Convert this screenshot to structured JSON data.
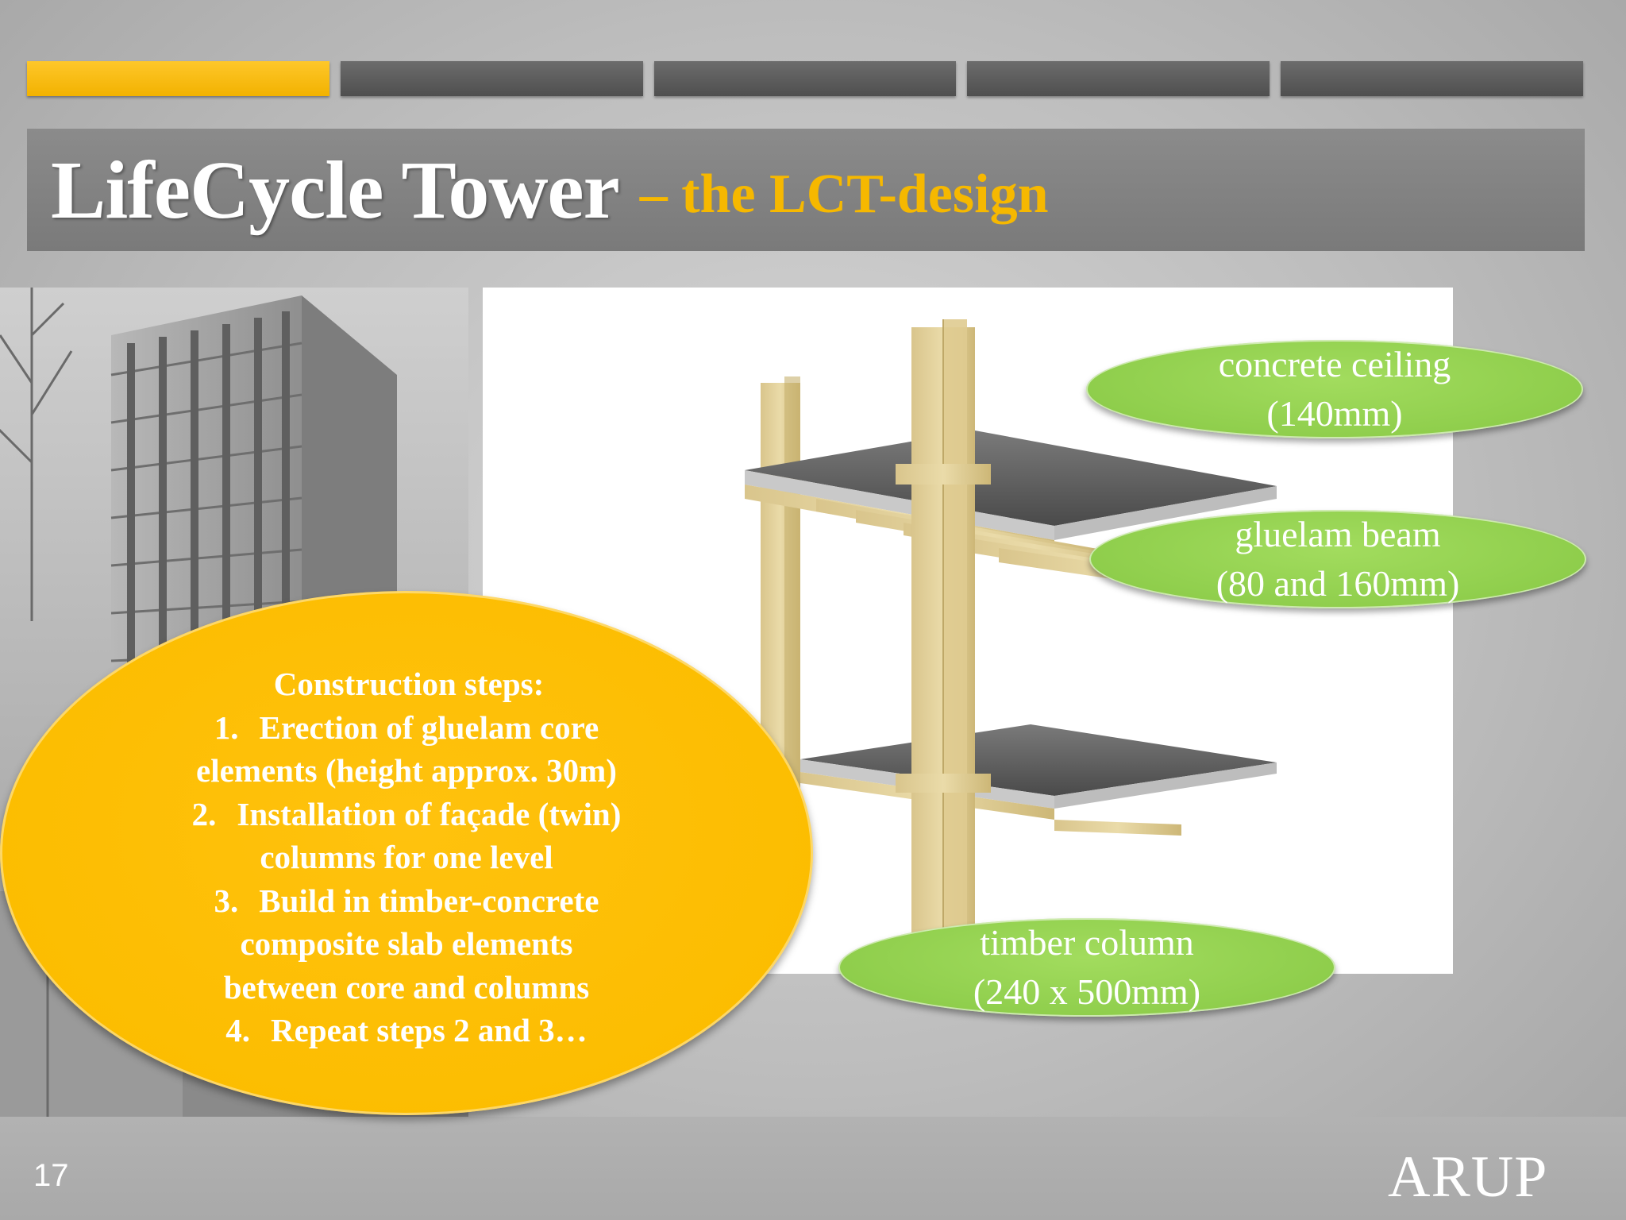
{
  "slide": {
    "title_main": "LifeCycle Tower",
    "title_sub": "– the LCT-design",
    "progress": {
      "total_sections": 5,
      "active_section": 1
    }
  },
  "labels": {
    "ceiling": {
      "line1": "concrete ceiling",
      "line2": "(140mm)"
    },
    "beam": {
      "line1": "gluelam beam",
      "line2": "(80 and 160mm)"
    },
    "column": {
      "line1": "timber column",
      "line2": "(240 x 500mm)"
    }
  },
  "steps": {
    "heading": "Construction steps:",
    "items": [
      {
        "num": "1.",
        "line1": "Erection of gluelam core",
        "line2": "elements (height approx. 30m)"
      },
      {
        "num": "2.",
        "line1": "Installation of façade (twin)",
        "line2": "columns for one level"
      },
      {
        "num": "3.",
        "line1": "Build in timber-concrete",
        "line2": "composite slab elements",
        "line3": "between core and columns"
      },
      {
        "num": "4.",
        "line1": "Repeat steps 2 and 3…"
      }
    ]
  },
  "footer": {
    "page_number": "17",
    "logo_text": "ARUP"
  },
  "colors": {
    "accent_yellow": "#fcbd00",
    "label_green": "#8fce4c",
    "title_bar_gray": "#808080",
    "timber": "#e4d09a"
  }
}
